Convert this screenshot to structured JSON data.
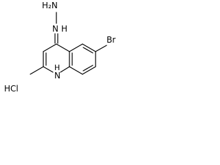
{
  "molecule": {
    "labels": {
      "hydrazine_n_terminal": "H₂N",
      "hydrazine_n_inner": "N",
      "hydrazine_h": "H",
      "bromine": "Br",
      "ring_nh": "H",
      "ring_n": "N",
      "salt": "HCl"
    }
  }
}
